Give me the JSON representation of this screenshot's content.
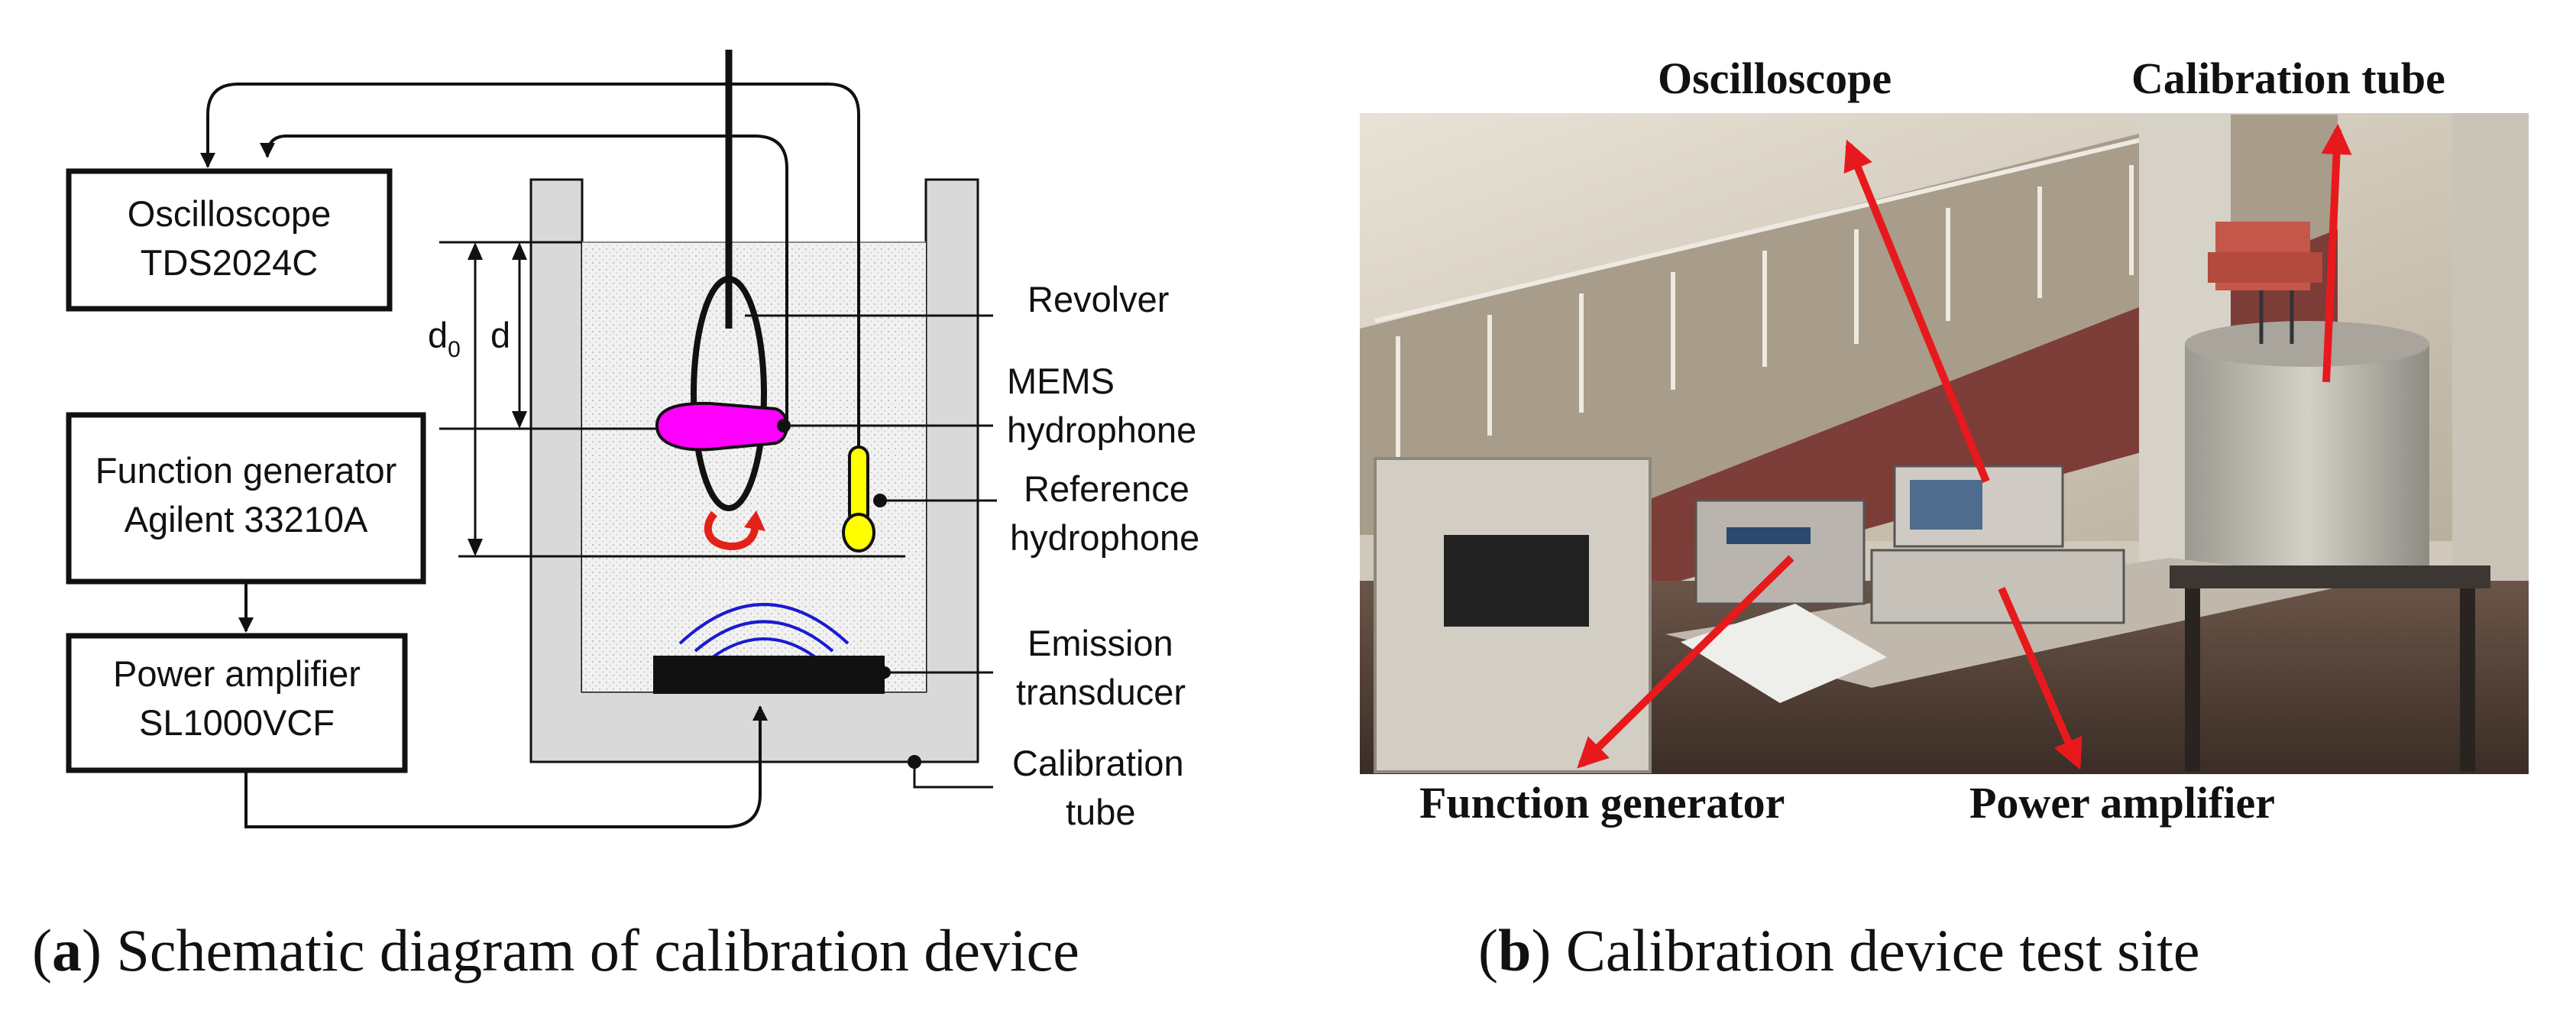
{
  "schematic": {
    "oscilloscope_box": [
      "Oscilloscope",
      "TDS2024C"
    ],
    "generator_box": [
      "Function generator",
      "Agilent 33210A"
    ],
    "amplifier_box": [
      "Power amplifier",
      "SL1000VCF"
    ],
    "dim_d0": "d",
    "dim_d0_sub": "0",
    "dim_d": "d",
    "labels": {
      "revolver": "Revolver",
      "mems": [
        "MEMS",
        "hydrophone"
      ],
      "reference": [
        "Reference",
        "hydrophone"
      ],
      "emission": [
        "Emission",
        "transducer"
      ],
      "tube": [
        "Calibration",
        "tube"
      ]
    },
    "colors": {
      "mems": "#ff00ff",
      "reference": "#ffff00",
      "rotation": "#e32119",
      "waves": "#1a1ad1"
    }
  },
  "photo": {
    "labels": {
      "oscilloscope": "Oscilloscope",
      "calibration_tube": "Calibration tube",
      "function_generator": "Function generator",
      "power_amplifier": "Power amplifier"
    },
    "arrow_color": "#e8191c"
  },
  "captions": {
    "a_letter": "a",
    "a_text": "Schematic diagram of calibration device",
    "b_letter": "b",
    "b_text": "Calibration device test site"
  }
}
